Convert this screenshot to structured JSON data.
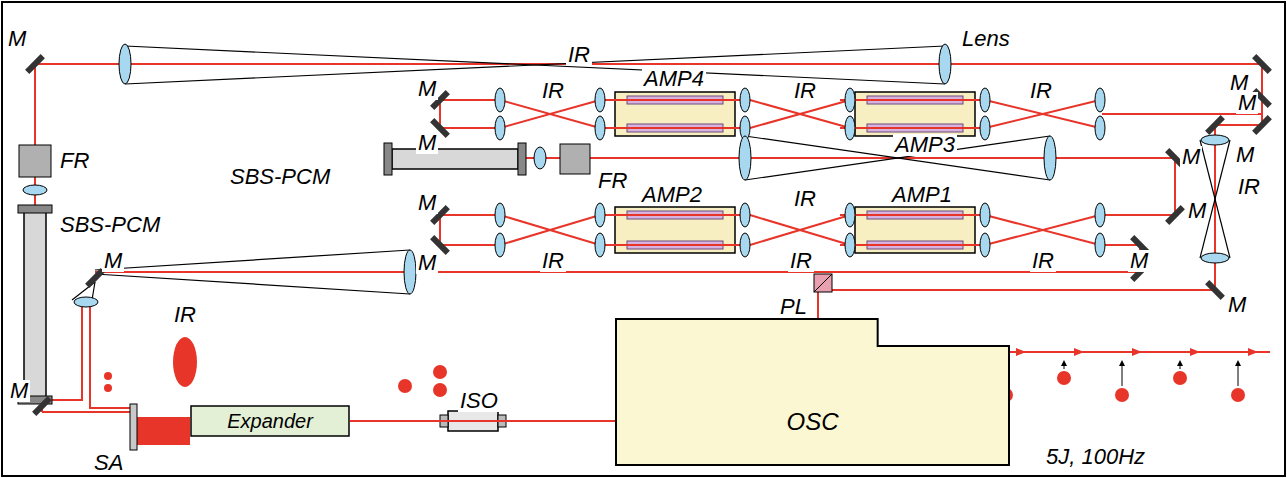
{
  "diagram": {
    "nodes": [
      {
        "text": [
          "Expander"
        ]
      },
      {
        "text": [
          "OSC"
        ]
      }
    ],
    "edges": [
      {
        "from": 1,
        "to": 0,
        "arrow": "none"
      }
    ],
    "labels": [
      "M",
      "IR",
      "Lens",
      "M",
      "AMP4",
      "M",
      "IR",
      "IR",
      "IR",
      "M",
      "M",
      "SBS-PCM",
      "FR",
      "AMP3",
      "M",
      "M",
      "FR",
      "IR",
      "IR",
      "SBS-PCM",
      "M",
      "AMP2",
      "AMP1",
      "M",
      "IR",
      "IR",
      "IR",
      "M",
      "M",
      "PL",
      "M",
      "M",
      "IR",
      "M",
      "SA",
      "ISO",
      "M",
      "5J, 100Hz"
    ]
  }
}
